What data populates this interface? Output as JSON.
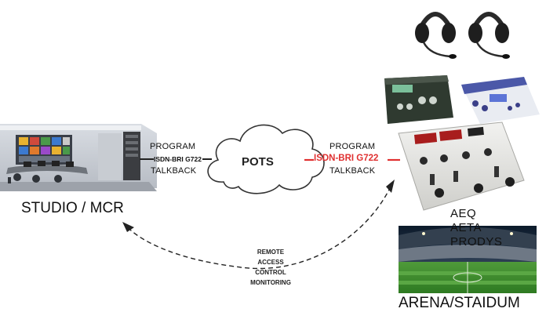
{
  "colors": {
    "link_left": "#222222",
    "link_right": "#e03030",
    "cloud_fill": "#ffffff",
    "cloud_stroke": "#333333"
  },
  "studio": {
    "label": "STUDIO / MCR",
    "program": "PROGRAM",
    "codec": "ISDN-BRI G722",
    "talkback": "TALKBACK"
  },
  "cloud": {
    "label": "POTS"
  },
  "venue": {
    "program": "PROGRAM",
    "codec": "ISDN-BRI G722",
    "talkback": "TALKBACK",
    "vendors": [
      "AEQ",
      "AETA",
      "PRODYS"
    ],
    "label": "ARENA/STAIDUM"
  },
  "remote": {
    "lines": [
      "REMOTE",
      "ACCESS",
      "CONTROL",
      "MONITORING"
    ]
  },
  "icons": [
    "studio-room-image",
    "headset-icon",
    "codec-device-image",
    "stadium-image"
  ]
}
